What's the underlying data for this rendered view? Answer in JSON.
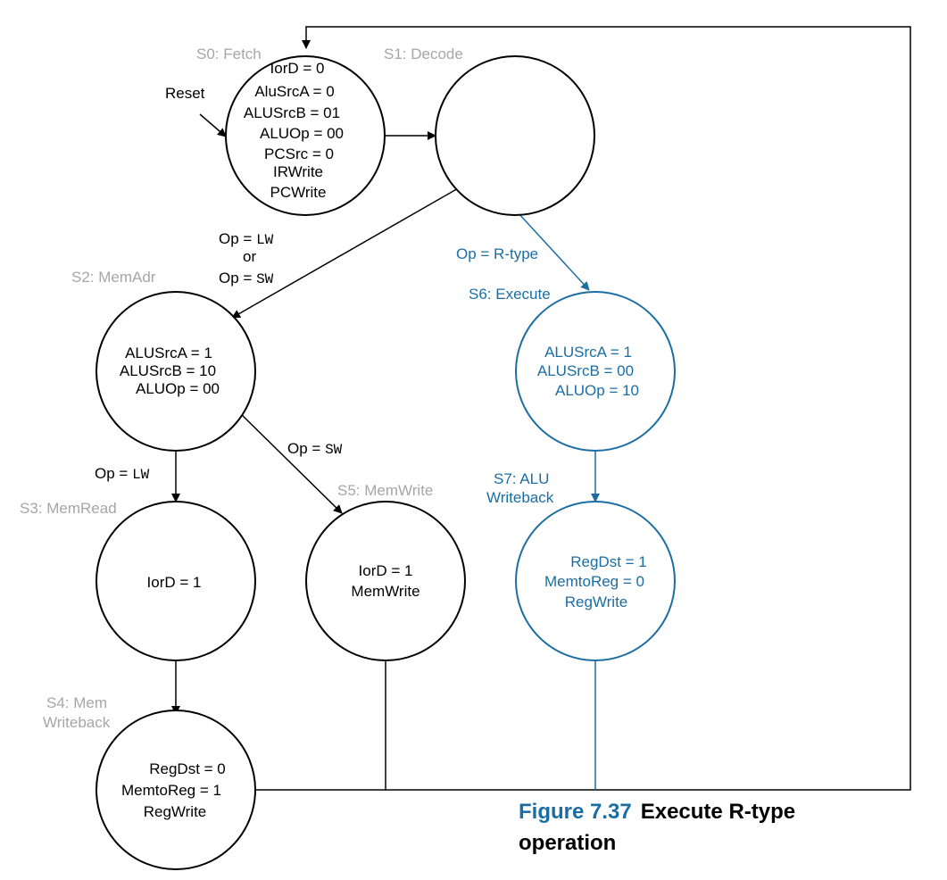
{
  "states": {
    "s0": {
      "name": "S0: Fetch",
      "lines": [
        "IorD = 0",
        "AluSrcA = 0",
        "ALUSrcB = 01",
        "ALUOp = 00",
        "PCSrc = 0",
        "IRWrite",
        "PCWrite"
      ]
    },
    "s1": {
      "name": "S1: Decode",
      "lines": []
    },
    "s2": {
      "name": "S2: MemAdr",
      "lines": [
        "ALUSrcA = 1",
        "ALUSrcB = 10",
        "ALUOp = 00"
      ]
    },
    "s3": {
      "name": "S3: MemRead",
      "lines": [
        "IorD = 1"
      ]
    },
    "s4": {
      "name_line1": "S4: Mem",
      "name_line2": "Writeback",
      "lines": [
        "RegDst = 0",
        "MemtoReg = 1",
        "RegWrite"
      ]
    },
    "s5": {
      "name": "S5: MemWrite",
      "lines": [
        "IorD = 1",
        "MemWrite"
      ]
    },
    "s6": {
      "name": "S6: Execute",
      "lines": [
        "ALUSrcA = 1",
        "ALUSrcB = 00",
        "ALUOp = 10"
      ]
    },
    "s7": {
      "name_line1": "S7: ALU",
      "name_line2": "Writeback",
      "lines": [
        "RegDst = 1",
        "MemtoReg = 0",
        "RegWrite"
      ]
    }
  },
  "transitions": {
    "reset": "Reset",
    "op_prefix": "Op = ",
    "lw": "LW",
    "sw": "SW",
    "or": "or",
    "rtype": "Op = R-type"
  },
  "caption": {
    "figure_number": "Figure 7.37",
    "title_line1": "Execute R-type",
    "title_line2": "operation"
  },
  "colors": {
    "highlight": "#1b6ea3",
    "state_label": "#a6a6a6",
    "line": "#000000"
  }
}
